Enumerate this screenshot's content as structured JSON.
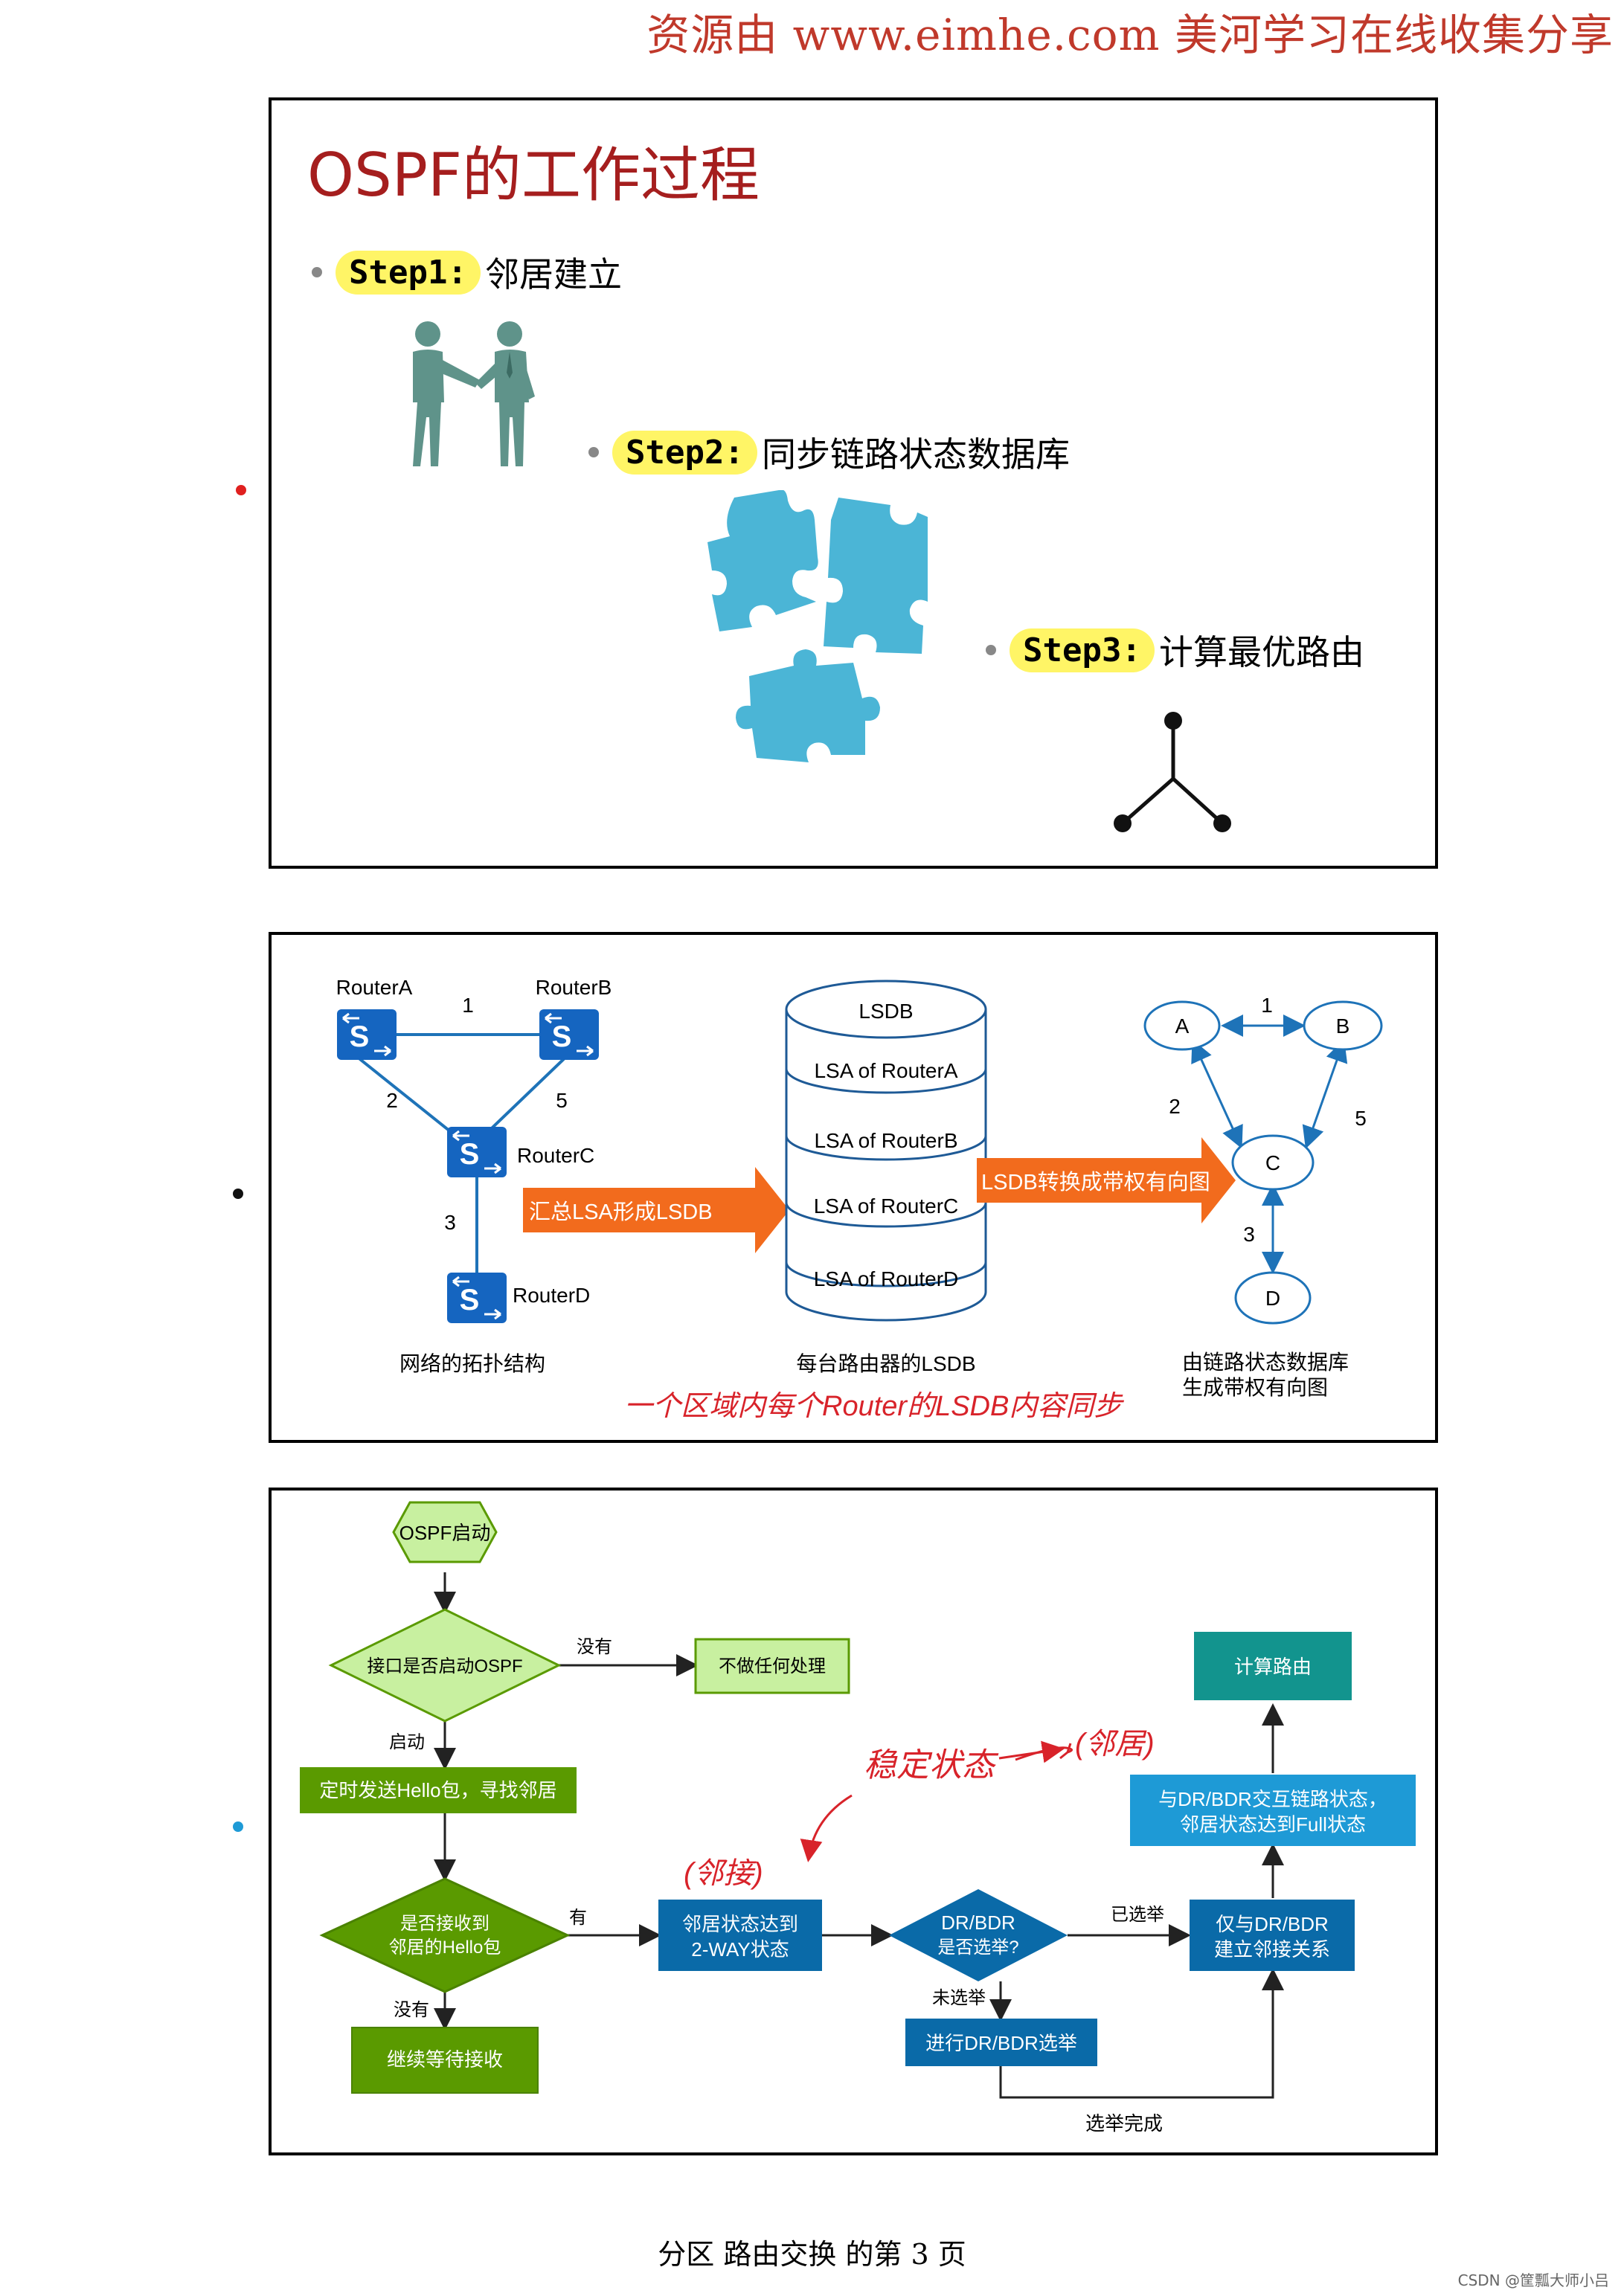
{
  "header": {
    "watermark": "资源由 www.eimhe.com 美河学习在线收集分享"
  },
  "slide1": {
    "title": "OSPF的工作过程",
    "steps": [
      {
        "label": "Step1:",
        "text": "邻居建立"
      },
      {
        "label": "Step2:",
        "text": "同步链路状态数据库"
      },
      {
        "label": "Step3:",
        "text": "计算最优路由"
      }
    ]
  },
  "slide2": {
    "routers": {
      "a": "RouterA",
      "b": "RouterB",
      "c": "RouterC",
      "d": "RouterD"
    },
    "router_icon_letter": "S",
    "link_costs": {
      "ab": "1",
      "ac": "2",
      "bc": "5",
      "cd": "3"
    },
    "topology_caption": "网络的拓扑结构",
    "arrow1": "汇总LSA形成LSDB",
    "lsdb": {
      "title": "LSDB",
      "entries": [
        "LSA of RouterA",
        "LSA of RouterB",
        "LSA of RouterC",
        "LSA of RouterD"
      ],
      "caption": "每台路由器的LSDB"
    },
    "arrow2": "LSDB转换成带权有向图",
    "graph": {
      "nodes": {
        "a": "A",
        "b": "B",
        "c": "C",
        "d": "D"
      },
      "weights": {
        "ab": "1",
        "ac": "2",
        "bc": "5",
        "cd": "3"
      },
      "caption_line1": "由链路状态数据库",
      "caption_line2": "生成带权有向图"
    },
    "handwritten_note": "一个区域内每个Router的LSDB内容同步"
  },
  "slide3": {
    "start": "OSPF启动",
    "decision1": "接口是否启动OSPF",
    "no_label1": "没有",
    "no_action": "不做任何处理",
    "yes_label1": "启动",
    "send_hello": "定时发送Hello包，寻找邻居",
    "decision2_line1": "是否接收到",
    "decision2_line2": "邻居的Hello包",
    "yes_label2": "有",
    "no_label2": "没有",
    "wait": "继续等待接收",
    "twoway_line1": "邻居状态达到",
    "twoway_line2": "2-WAY状态",
    "decision3_line1": "DR/BDR",
    "decision3_line2": "是否选举?",
    "elected_label": "已选举",
    "not_elected_label": "未选举",
    "do_election": "进行DR/BDR选举",
    "election_done": "选举完成",
    "adjacency_line1": "仅与DR/BDR",
    "adjacency_line2": "建立邻接关系",
    "exchange_line1": "与DR/BDR交互链路状态，",
    "exchange_line2": "邻居状态达到Full状态",
    "compute": "计算路由",
    "note_stable": "稳定状态",
    "note_neighbor": "(邻居)",
    "note_adjacent": "(邻接)"
  },
  "footer": {
    "page": "分区 路由交换 的第 3 页",
    "csdn": "CSDN @筐瓢大师小吕"
  },
  "colors": {
    "title_red": "#a51e1e",
    "highlight": "#fff566",
    "router_blue": "#1565c0",
    "orange": "#f26b1d",
    "green_dark": "#5a9a00",
    "green_light": "#c8f0a0",
    "blue_dark": "#0a6aa8",
    "blue_light": "#1e9ad6",
    "teal": "#12948e",
    "puzzle": "#4bb5d6",
    "people": "#5f938a",
    "handwriting": "#d8232a"
  }
}
